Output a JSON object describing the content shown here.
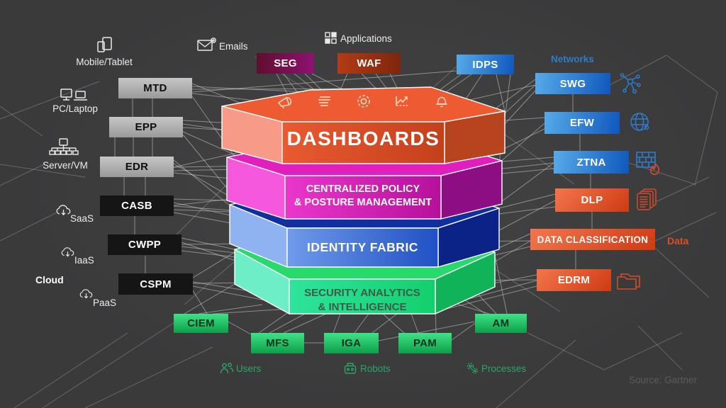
{
  "canvas": {
    "source_label": "Source: Gartner"
  },
  "stack": {
    "layers": [
      {
        "name": "dashboards",
        "label": "DASHBOARDS",
        "top": "#ee5b33",
        "left": "#f79a87",
        "right": "#b8431f",
        "front_from": "#e85a31",
        "front_to": "#c4401c",
        "text_color": "#ffffff"
      },
      {
        "name": "centralized-policy",
        "label": "CENTRALIZED POLICY\n& POSTURE MANAGEMENT",
        "top": "#e11fbe",
        "left": "#f558dc",
        "right": "#8d0d82",
        "front_from": "#ea37cc",
        "front_to": "#b5109c",
        "text_color": "#ffffff"
      },
      {
        "name": "identity-fabric",
        "label": "IDENTITY FABRIC",
        "top": "#10309f",
        "left": "#8fb2f0",
        "right": "#0b2386",
        "front_from": "#6f9bea",
        "front_to": "#2050c4",
        "text_color": "#ffffff"
      },
      {
        "name": "security-analytics",
        "label": "SECURITY ANALYTICS\n& INTELLIGENCE",
        "top": "#27da69",
        "left": "#6eeec6",
        "right": "#10b357",
        "front_from": "#2ee49c",
        "front_to": "#14cf6d",
        "text_color": "#3f5a4b"
      }
    ],
    "dashboard_icons": [
      "megaphone-icon",
      "list-icon",
      "gear-icon",
      "chart-icon",
      "bell-icon"
    ]
  },
  "nodes": {
    "mtd": {
      "label": "MTD"
    },
    "epp": {
      "label": "EPP"
    },
    "edr": {
      "label": "EDR"
    },
    "casb": {
      "label": "CASB"
    },
    "cwpp": {
      "label": "CWPP"
    },
    "cspm": {
      "label": "CSPM"
    },
    "seg": {
      "label": "SEG"
    },
    "waf": {
      "label": "WAF"
    },
    "idps": {
      "label": "IDPS"
    },
    "swg": {
      "label": "SWG"
    },
    "efw": {
      "label": "EFW"
    },
    "ztna": {
      "label": "ZTNA"
    },
    "dlp": {
      "label": "DLP"
    },
    "data_classification": {
      "label": "DATA CLASSIFICATION"
    },
    "edrm": {
      "label": "EDRM"
    },
    "ciem": {
      "label": "CIEM"
    },
    "mfs": {
      "label": "MFS"
    },
    "iga": {
      "label": "IGA"
    },
    "pam": {
      "label": "PAM"
    },
    "am": {
      "label": "AM"
    }
  },
  "context": {
    "mobile_tablet": "Mobile/Tablet",
    "pc_laptop": "PC/Laptop",
    "server_vm": "Server/VM",
    "saas": "SaaS",
    "iaas": "IaaS",
    "paas": "PaaS",
    "cloud": "Cloud",
    "emails": "Emails",
    "applications": "Applications",
    "networks": "Networks",
    "data": "Data",
    "users": "Users",
    "robots": "Robots",
    "processes": "Processes"
  },
  "colors": {
    "background": "#3a3a3b",
    "mesh_line": "#cdcdcd",
    "gray_node_light": "#c6c6c6",
    "gray_node_dark": "#9a9a9a",
    "black_node": "#151515",
    "seg_from": "#5e0e2e",
    "seg_to": "#8e1272",
    "waf_from": "#b23c17",
    "waf_to": "#7e250c",
    "blue_from": "#57abe9",
    "blue_to": "#0f57bd",
    "orange_from": "#f3764e",
    "orange_to": "#cf3a12",
    "green_from": "#3fe287",
    "green_to": "#0c9f49",
    "green_text": "#05331d",
    "networks_label": "#2e7cc6",
    "data_label": "#d94f28",
    "identity_label_green": "#2aa767",
    "source_text": "#5b5b5b",
    "icon_blue": "#2e7cd0",
    "icon_orange": "#d8492a",
    "white_icon": "#e9e9e9"
  }
}
